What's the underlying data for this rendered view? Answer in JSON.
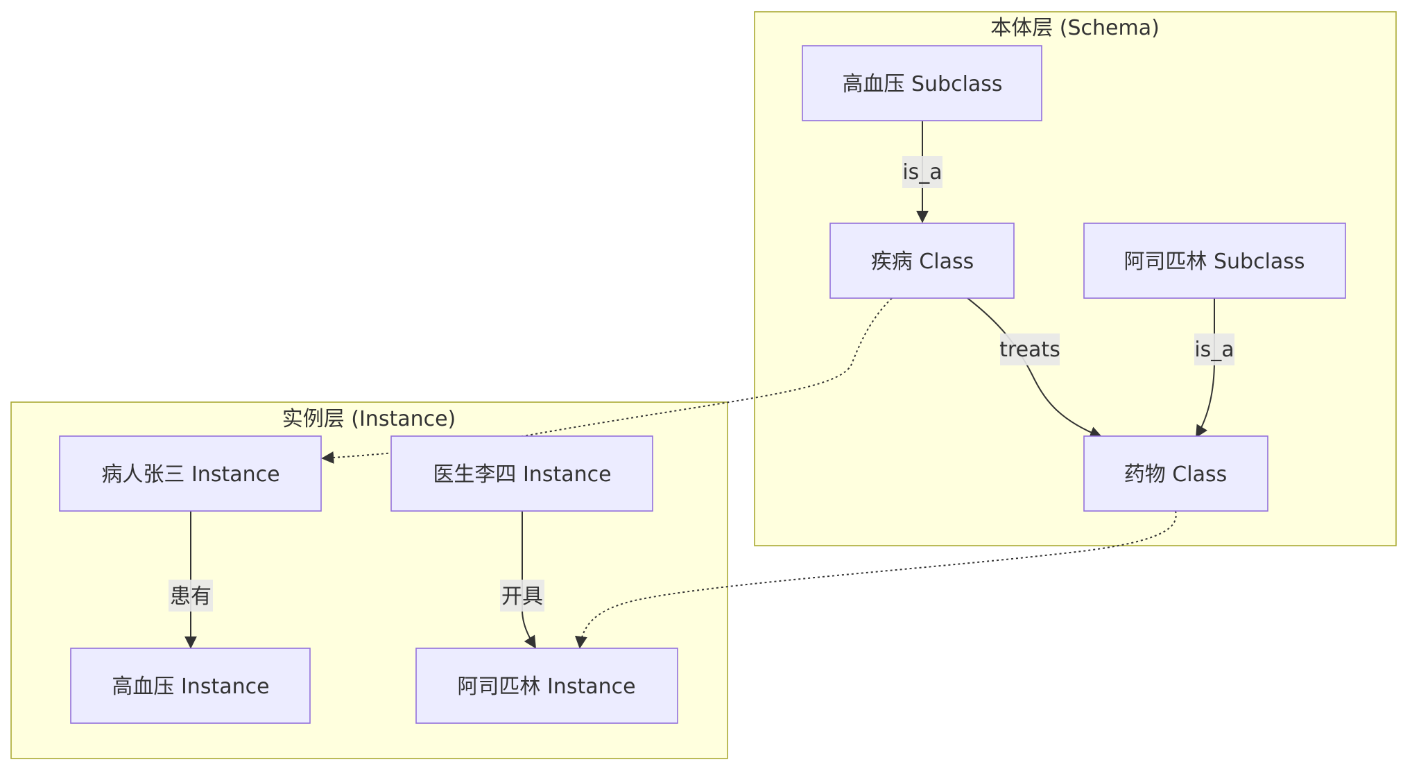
{
  "clusters": {
    "schema": {
      "title": "本体层 (Schema)"
    },
    "instance": {
      "title": "实例层 (Instance)"
    }
  },
  "nodes": {
    "hypertension_subclass": "高血压 Subclass",
    "disease_class": "疾病 Class",
    "aspirin_subclass": "阿司匹林 Subclass",
    "drug_class": "药物 Class",
    "patient_instance": "病人张三 Instance",
    "doctor_instance": "医生李四 Instance",
    "hypertension_instance": "高血压 Instance",
    "aspirin_instance": "阿司匹林 Instance"
  },
  "edges": {
    "subclass_to_disease": "is_a",
    "disease_to_drug": "treats",
    "aspirin_to_drug": "is_a",
    "patient_to_hypertension": "患有",
    "doctor_to_aspirin": "开具"
  },
  "colors": {
    "cluster_fill": "#ffffde",
    "cluster_stroke": "#aaaa33",
    "node_fill": "#ececff",
    "node_stroke": "#9370db",
    "edge": "#333333",
    "edge_label_bg": "#e8e8e8"
  }
}
